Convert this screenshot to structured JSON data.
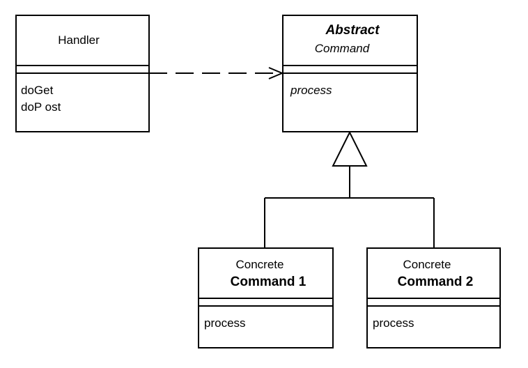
{
  "classes": {
    "handler": {
      "name": "Handler",
      "methods": [
        "doGet",
        "doP ost"
      ]
    },
    "abstract_command": {
      "stereotype": "Abstract",
      "name": "Command",
      "methods": [
        "process"
      ]
    },
    "concrete_command_1": {
      "stereotype": "Concrete",
      "name": "Command 1",
      "methods": [
        "process"
      ]
    },
    "concrete_command_2": {
      "stereotype": "Concrete",
      "name": "Command 2",
      "methods": [
        "process"
      ]
    }
  },
  "relations": [
    {
      "type": "dependency",
      "from": "handler",
      "to": "abstract_command"
    },
    {
      "type": "generalization",
      "from": "concrete_command_1",
      "to": "abstract_command"
    },
    {
      "type": "generalization",
      "from": "concrete_command_2",
      "to": "abstract_command"
    }
  ]
}
